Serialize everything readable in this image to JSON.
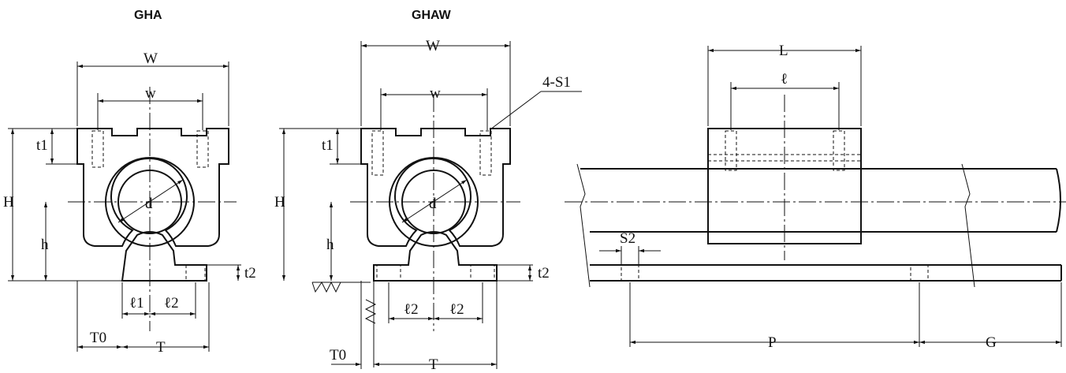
{
  "titles": {
    "gha": "GHA",
    "ghaw": "GHAW"
  },
  "gha": {
    "W": "W",
    "w": "w",
    "t1": "t1",
    "H": "H",
    "h": "h",
    "d": "d",
    "t2": "t2",
    "l1": "ℓ1",
    "l2": "ℓ2",
    "T0": "T0",
    "T": "T"
  },
  "ghaw": {
    "W": "W",
    "w": "w",
    "S1": "4-S1",
    "t1": "t1",
    "H": "H",
    "h": "h",
    "d": "d",
    "t2": "t2",
    "l2a": "ℓ2",
    "l2b": "ℓ2",
    "T0": "T0",
    "T": "T"
  },
  "side": {
    "L": "L",
    "l": "ℓ",
    "S2": "S2",
    "P": "P",
    "G": "G"
  }
}
